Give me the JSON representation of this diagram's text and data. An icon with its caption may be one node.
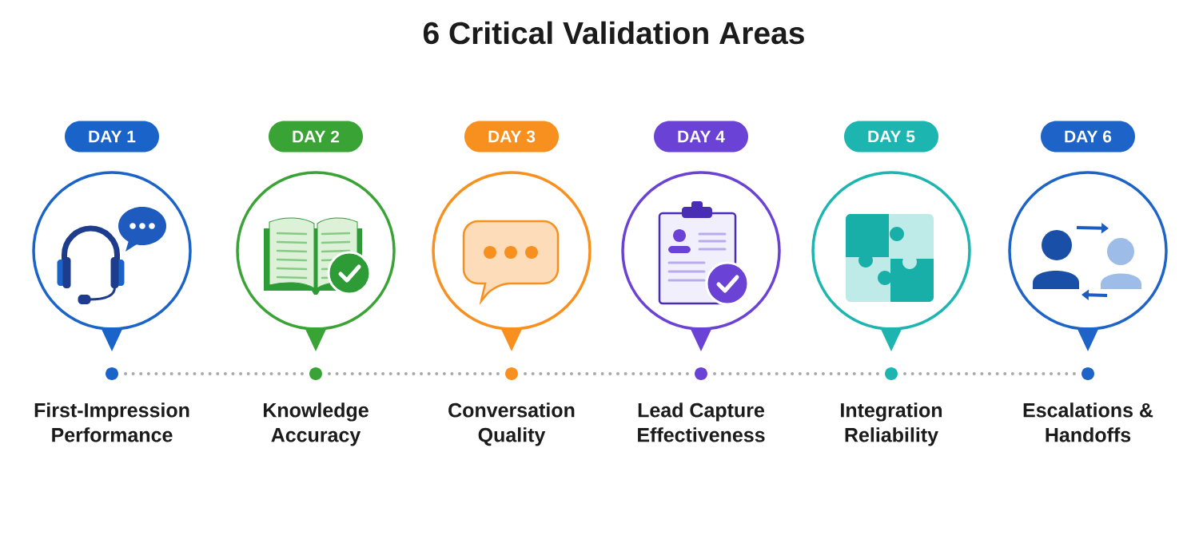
{
  "diagram": {
    "title": "6 Critical Validation Areas",
    "nodes": [
      {
        "text": [
          "DAY 1"
        ]
      },
      {
        "text": [
          "DAY 2"
        ]
      },
      {
        "text": [
          "DAY 3"
        ]
      },
      {
        "text": [
          "DAY 4"
        ]
      },
      {
        "text": [
          "DAY 5"
        ]
      },
      {
        "text": [
          "DAY 6"
        ]
      },
      {
        "text": [],
        "shape": "circle",
        "beside": [
          "First-Impression Performance"
        ]
      },
      {
        "text": [],
        "shape": "circle",
        "beside": [
          "Knowledge Accuracy"
        ]
      },
      {
        "text": [],
        "shape": "circle",
        "beside": [
          "Conversation Quality"
        ]
      },
      {
        "text": [],
        "shape": "circle",
        "beside": [
          "Lead Capture Effectiveness"
        ]
      },
      {
        "text": [],
        "shape": "circle",
        "beside": [
          "Integration Reliability"
        ]
      },
      {
        "text": [],
        "shape": "circle",
        "beside": [
          "Escalations & Handoffs"
        ]
      }
    ],
    "edges": [
      {
        "from": 6,
        "to": 7,
        "arrow": "none",
        "style": "dashed"
      },
      {
        "from": 7,
        "to": 8,
        "arrow": "none",
        "style": "dashed"
      },
      {
        "from": 8,
        "to": 9,
        "arrow": "none",
        "style": "dashed"
      },
      {
        "from": 9,
        "to": 10,
        "arrow": "none",
        "style": "dashed"
      },
      {
        "from": 10,
        "to": 11,
        "arrow": "none",
        "style": "dashed"
      }
    ]
  }
}
